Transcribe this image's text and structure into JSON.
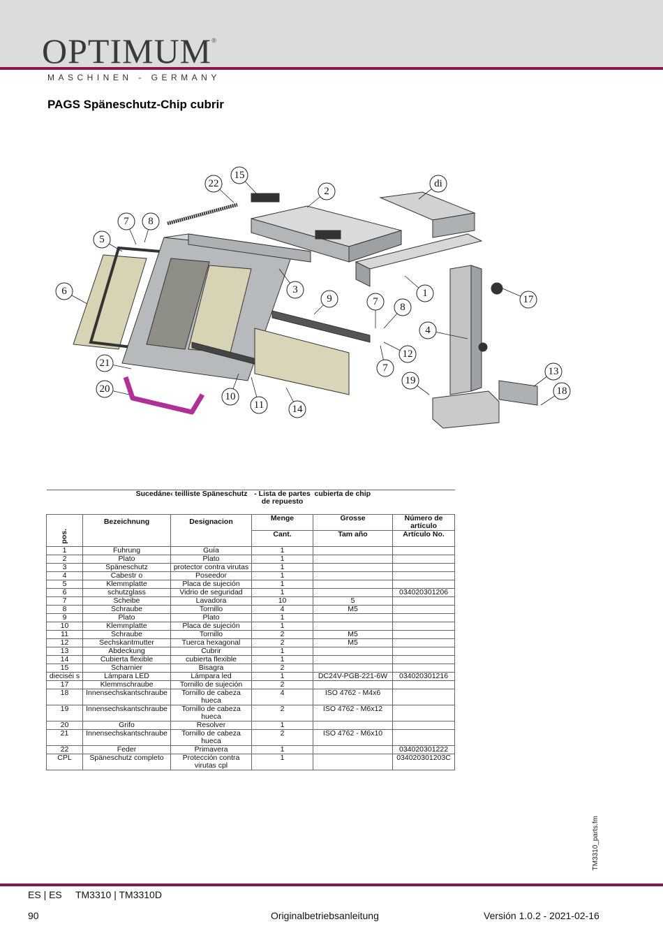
{
  "header": {
    "brand": "OPTIMUM",
    "brand_mark": "®",
    "brand_sub": "MASCHINEN - GERMANY"
  },
  "page_title": "PAGS  Späneschutz-Chip cubrir",
  "diagram": {
    "callouts": [
      "22",
      "15",
      "2",
      "di",
      "7",
      "8",
      "5",
      "6",
      "3",
      "1",
      "17",
      "9",
      "7",
      "8",
      "4",
      "12",
      "7",
      "13",
      "21",
      "19",
      "18",
      "20",
      "10",
      "11",
      "14"
    ]
  },
  "table": {
    "title_parts": [
      "Sucedáne‹ teilliste Späneschutz",
      "- Lista de partes de repuesto",
      "cubierta de chip"
    ],
    "headers": {
      "pos": "pos.",
      "bezeichnung": "Bezeichnung",
      "designacion": "Designacion",
      "menge": "Menge",
      "cant": "Cant.",
      "grosse": "Grosse",
      "tam": "Tam año",
      "numero": "Número de artículo",
      "articulo": "Artículo No."
    },
    "rows": [
      {
        "pos": "1",
        "de": "Fuhrung",
        "es": "Guía",
        "qty": "1",
        "size": "",
        "art": ""
      },
      {
        "pos": "2",
        "de": "Plato",
        "es": "Plato",
        "qty": "1",
        "size": "",
        "art": ""
      },
      {
        "pos": "3",
        "de": "Späneschutz",
        "es": "protector contra virutas",
        "qty": "1",
        "size": "",
        "art": ""
      },
      {
        "pos": "4",
        "de": "Cabestr o",
        "es": "Poseedor",
        "qty": "1",
        "size": "",
        "art": ""
      },
      {
        "pos": "5",
        "de": "Klemmplatte",
        "es": "Placa de sujeción",
        "qty": "1",
        "size": "",
        "art": ""
      },
      {
        "pos": "6",
        "de": "schutzglass",
        "es": "Vidrio de seguridad",
        "qty": "1",
        "size": "",
        "art": "034020301206"
      },
      {
        "pos": "7",
        "de": "Scheibe",
        "es": "Lavadora",
        "qty": "10",
        "size": "5",
        "art": ""
      },
      {
        "pos": "8",
        "de": "Schraube",
        "es": "Tornillo",
        "qty": "4",
        "size": "M5",
        "art": ""
      },
      {
        "pos": "9",
        "de": "Plato",
        "es": "Plato",
        "qty": "1",
        "size": "",
        "art": ""
      },
      {
        "pos": "10",
        "de": "Klemmplatte",
        "es": "Placa de sujeción",
        "qty": "1",
        "size": "",
        "art": ""
      },
      {
        "pos": "11",
        "de": "Schraube",
        "es": "Tornillo",
        "qty": "2",
        "size": "M5",
        "art": ""
      },
      {
        "pos": "12",
        "de": "Sechskantmutter",
        "es": "Tuerca hexagonal",
        "qty": "2",
        "size": "M5",
        "art": ""
      },
      {
        "pos": "13",
        "de": "Abdeckung",
        "es": "Cubrir",
        "qty": "1",
        "size": "",
        "art": ""
      },
      {
        "pos": "14",
        "de": "Cubierta flexible",
        "es": "cubierta flexible",
        "qty": "1",
        "size": "",
        "art": ""
      },
      {
        "pos": "15",
        "de": "Scharnier",
        "es": "Bisagra",
        "qty": "2",
        "size": "",
        "art": ""
      },
      {
        "pos": "dieciséi s",
        "de": "Lámpara LED",
        "es": "Lámpara led",
        "qty": "1",
        "size": "DC24V-PGB-221-6W",
        "art": "034020301216"
      },
      {
        "pos": "17",
        "de": "Klemmschraube",
        "es": "Tornillo de sujeción",
        "qty": "2",
        "size": "",
        "art": ""
      },
      {
        "pos": "18",
        "de": "Innensechskantschraube",
        "es": "Tornillo de cabeza hueca",
        "qty": "4",
        "size": "ISO 4762 - M4x6",
        "art": ""
      },
      {
        "pos": "19",
        "de": "Innensechskantschraube",
        "es": "Tornillo de cabeza hueca",
        "qty": "2",
        "size": "ISO 4762 - M6x12",
        "art": ""
      },
      {
        "pos": "20",
        "de": "Grifo",
        "es": "Resolver",
        "qty": "1",
        "size": "",
        "art": ""
      },
      {
        "pos": "21",
        "de": "Innensechskantschraube",
        "es": "Tornillo de cabeza hueca",
        "qty": "2",
        "size": "ISO 4762 - M6x10",
        "art": ""
      },
      {
        "pos": "22",
        "de": "Feder",
        "es": "Primavera",
        "qty": "1",
        "size": "",
        "art": "034020301222"
      },
      {
        "pos": "CPL",
        "de": "Späneschutz completo",
        "es": "Protección contra virutas cpl",
        "qty": "1",
        "size": "",
        "art": "034020301203C"
      }
    ]
  },
  "side_file": "TM3310_parts.fm",
  "footer": {
    "lang": "ES | ES     TM3310 | TM3310D",
    "page": "90",
    "doc": "Originalbetriebsanleitung",
    "version": "Versión 1.0.2 - 2021-02-16"
  },
  "colors": {
    "accent": "#8a1a4e",
    "header_band": "#dcdcdc",
    "handle": "#b0309a"
  }
}
